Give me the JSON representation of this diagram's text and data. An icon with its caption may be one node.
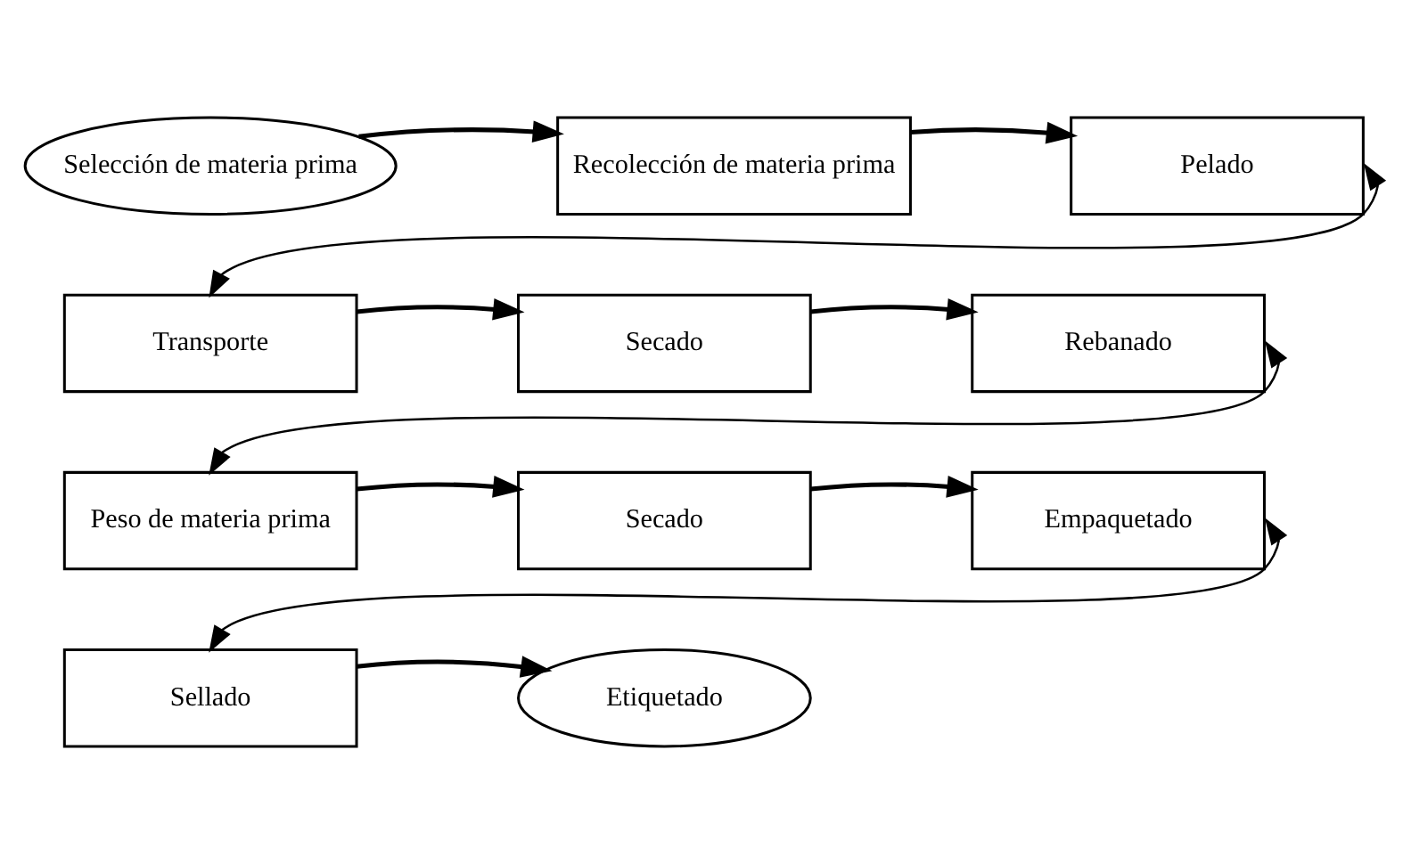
{
  "diagram": {
    "nodes": [
      {
        "text": [
          "Selección de materia prima"
        ]
      },
      {
        "text": [
          "Recolección de materia prima"
        ]
      },
      {
        "text": [
          "Pelado"
        ]
      },
      {
        "text": [
          "Transporte"
        ]
      },
      {
        "text": [
          "Secado"
        ]
      },
      {
        "text": [
          "Rebanado"
        ]
      },
      {
        "text": [
          "Peso de materia prima"
        ]
      },
      {
        "text": [
          "Secado"
        ]
      },
      {
        "text": [
          "Empaquetado"
        ]
      },
      {
        "text": [
          "Sellado"
        ]
      },
      {
        "text": [
          "Etiquetado"
        ]
      }
    ],
    "edges": [
      {
        "from": 0,
        "to": 1,
        "arrow": "to"
      },
      {
        "from": 1,
        "to": 2,
        "arrow": "to"
      },
      {
        "from": 2,
        "to": 3,
        "arrow": "both"
      },
      {
        "from": 3,
        "to": 4,
        "arrow": "to"
      },
      {
        "from": 4,
        "to": 5,
        "arrow": "to"
      },
      {
        "from": 5,
        "to": 6,
        "arrow": "both"
      },
      {
        "from": 6,
        "to": 7,
        "arrow": "to"
      },
      {
        "from": 7,
        "to": 8,
        "arrow": "to"
      },
      {
        "from": 8,
        "to": 9,
        "arrow": "both"
      },
      {
        "from": 9,
        "to": 10,
        "arrow": "to"
      }
    ]
  }
}
